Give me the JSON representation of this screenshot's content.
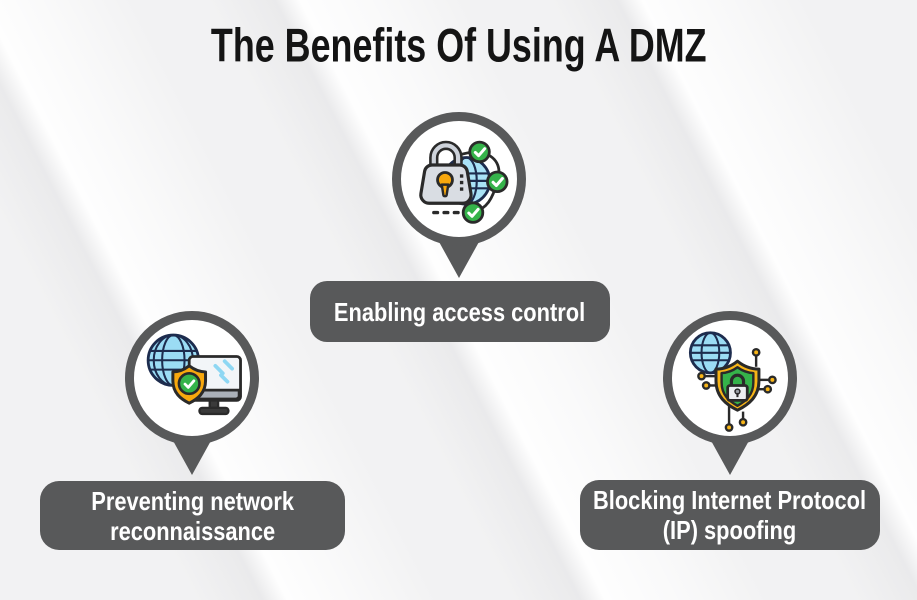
{
  "title": "The Benefits Of Using A DMZ",
  "benefits": [
    {
      "id": "access-control",
      "label": "Enabling access control",
      "icon": "padlock-globe-checkmarks-icon"
    },
    {
      "id": "network-reconnaissance",
      "label": "Preventing network\nreconnaissance",
      "icon": "globe-monitor-shield-icon"
    },
    {
      "id": "ip-spoofing",
      "label": "Blocking Internet Protocol\n(IP) spoofing",
      "icon": "globe-shield-padlock-circuit-icon"
    }
  ],
  "colors": {
    "background": "#f2f2f3",
    "marker_gray": "#58595a",
    "label_text": "#ffffff",
    "title_text": "#141414",
    "icon_green": "#35b34a",
    "icon_orange": "#f8a80d",
    "icon_yellow": "#f8b517",
    "icon_blue": "#9bdcf4",
    "icon_outline": "#2a2a2a"
  }
}
